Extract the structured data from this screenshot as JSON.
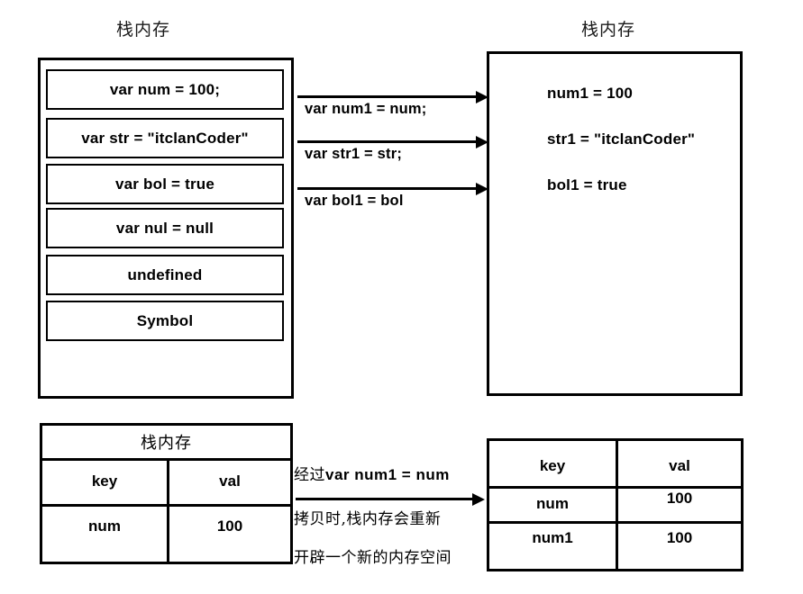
{
  "diagram": {
    "title_stack_left": "栈内存",
    "title_stack_right": "栈内存",
    "left_stack": {
      "slots": [
        "var num = 100;",
        "var str = \"itclanCoder\"",
        "var bol = true",
        "var nul = null",
        "undefined",
        "Symbol"
      ]
    },
    "copy_arrows": [
      "var num1 = num;",
      "var str1 = str;",
      "var bol1 = bol"
    ],
    "right_stack": {
      "values": [
        "num1 = 100",
        "str1 = \"itclanCoder\"",
        "bol1 = true"
      ]
    },
    "bottom_left_table": {
      "caption": "栈内存",
      "headers": [
        "key",
        "val"
      ],
      "rows": [
        [
          "num",
          "100"
        ]
      ]
    },
    "bottom_right_table": {
      "headers": [
        "key",
        "val"
      ],
      "rows": [
        [
          "num",
          "100"
        ],
        [
          "num1",
          "100"
        ]
      ]
    },
    "bottom_caption": {
      "line1_prefix": "经过",
      "line1_code": "var num1 = num",
      "line2": "拷贝时,栈内存会重新",
      "line3": "开辟一个新的内存空间"
    },
    "colors": {
      "stroke": "#000000",
      "background": "#ffffff"
    }
  }
}
